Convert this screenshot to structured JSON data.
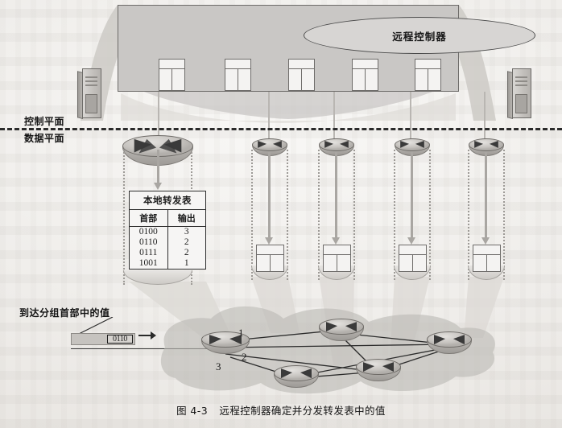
{
  "figure": {
    "caption_number": "图 4-3",
    "caption_text": "远程控制器确定并分发转发表中的值"
  },
  "control_plane": {
    "controller_label": "远程控制器",
    "plane_label": "控制平面",
    "table_icon_count": 5,
    "server_icon_left": "server-icon",
    "server_icon_right": "server-icon"
  },
  "data_plane": {
    "plane_label": "数据平面",
    "router_count": 5
  },
  "forwarding_table": {
    "title": "本地转发表",
    "columns": [
      "首部",
      "输出"
    ],
    "rows": [
      {
        "header": "0100",
        "output": "3"
      },
      {
        "header": "0110",
        "output": "2"
      },
      {
        "header": "0111",
        "output": "2"
      },
      {
        "header": "1001",
        "output": "1"
      }
    ]
  },
  "packet": {
    "annotation": "到达分组首部中的值",
    "header_value": "0110"
  },
  "network": {
    "port_labels": [
      "1",
      "2",
      "3"
    ],
    "router_icon": "router-icon"
  },
  "colors": {
    "control_box_fill": "#c9c7c5",
    "page_background": "#f2f1ef",
    "ink": "#1d1d1d",
    "cloud_fill": "#bcb9b5"
  }
}
